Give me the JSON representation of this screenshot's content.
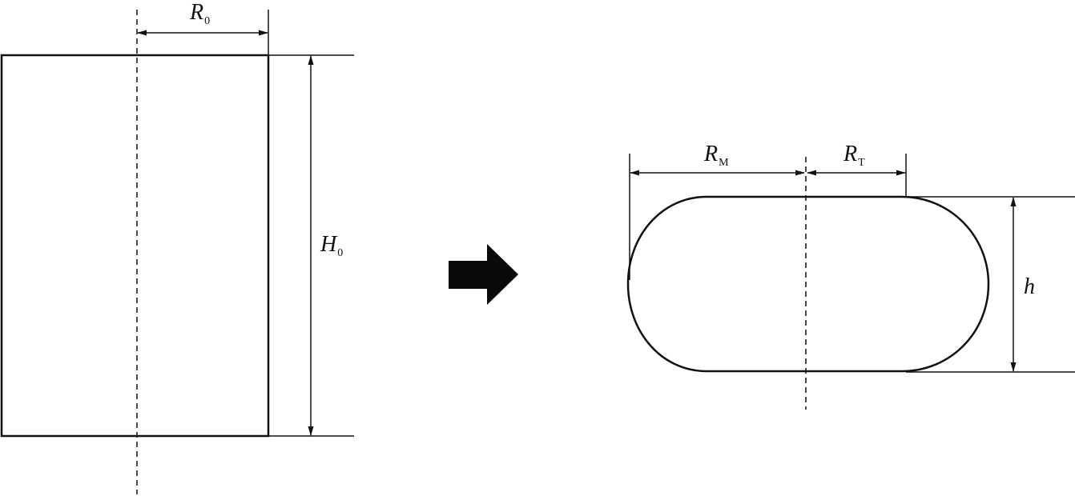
{
  "colors": {
    "stroke": "#111111",
    "arrow_fill": "#0a0a0a",
    "background": "#ffffff"
  },
  "before": {
    "radius_label": {
      "main": "R",
      "sub": "0"
    },
    "height_label": {
      "main": "H",
      "sub": "0"
    }
  },
  "transition": {
    "icon": "right-arrow-icon"
  },
  "after": {
    "middle_radius_label": {
      "main": "R",
      "sub": "M"
    },
    "top_radius_label": {
      "main": "R",
      "sub": "T"
    },
    "height_label": {
      "main": "h",
      "sub": ""
    }
  }
}
